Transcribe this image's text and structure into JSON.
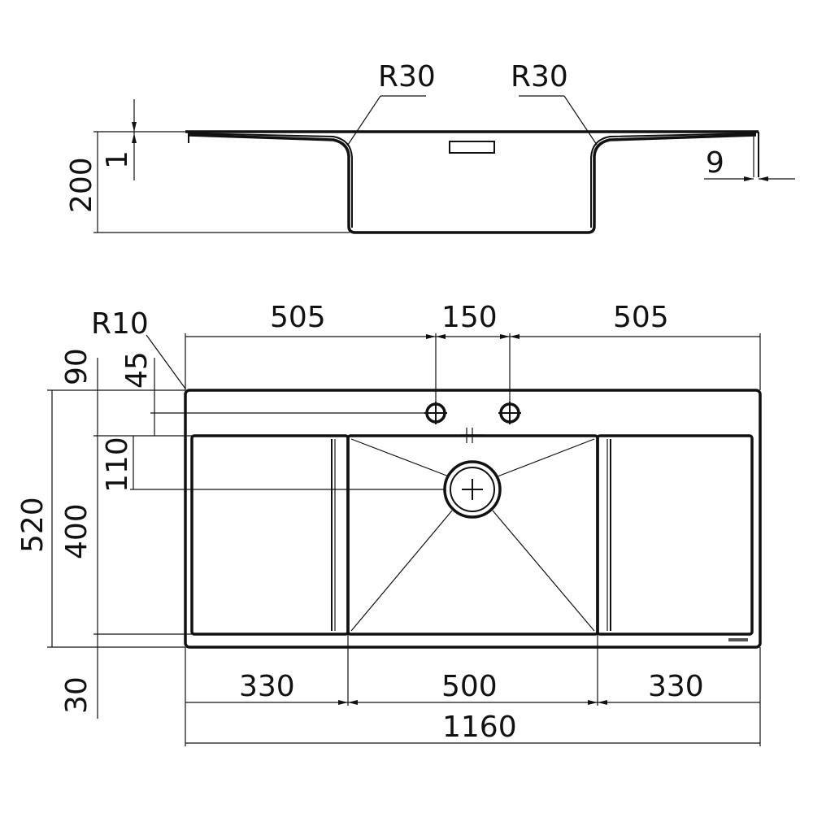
{
  "colors": {
    "ink": "#111111",
    "background": "#ffffff"
  },
  "section_view": {
    "radius_left": "R30",
    "radius_right": "R30",
    "depth": "200",
    "rim_thickness": "1",
    "edge_offset": "9"
  },
  "plan_view": {
    "corner_radius": "R10",
    "top_left_span": "505",
    "tap_spacing": "150",
    "top_right_span": "505",
    "back_margin": "90",
    "tap_offset": "45",
    "overall_depth": "520",
    "bowl_depth": "400",
    "waste_offset": "110",
    "front_margin": "30",
    "left_drainer": "330",
    "bowl_width": "500",
    "right_drainer": "330",
    "overall_width": "1160"
  }
}
